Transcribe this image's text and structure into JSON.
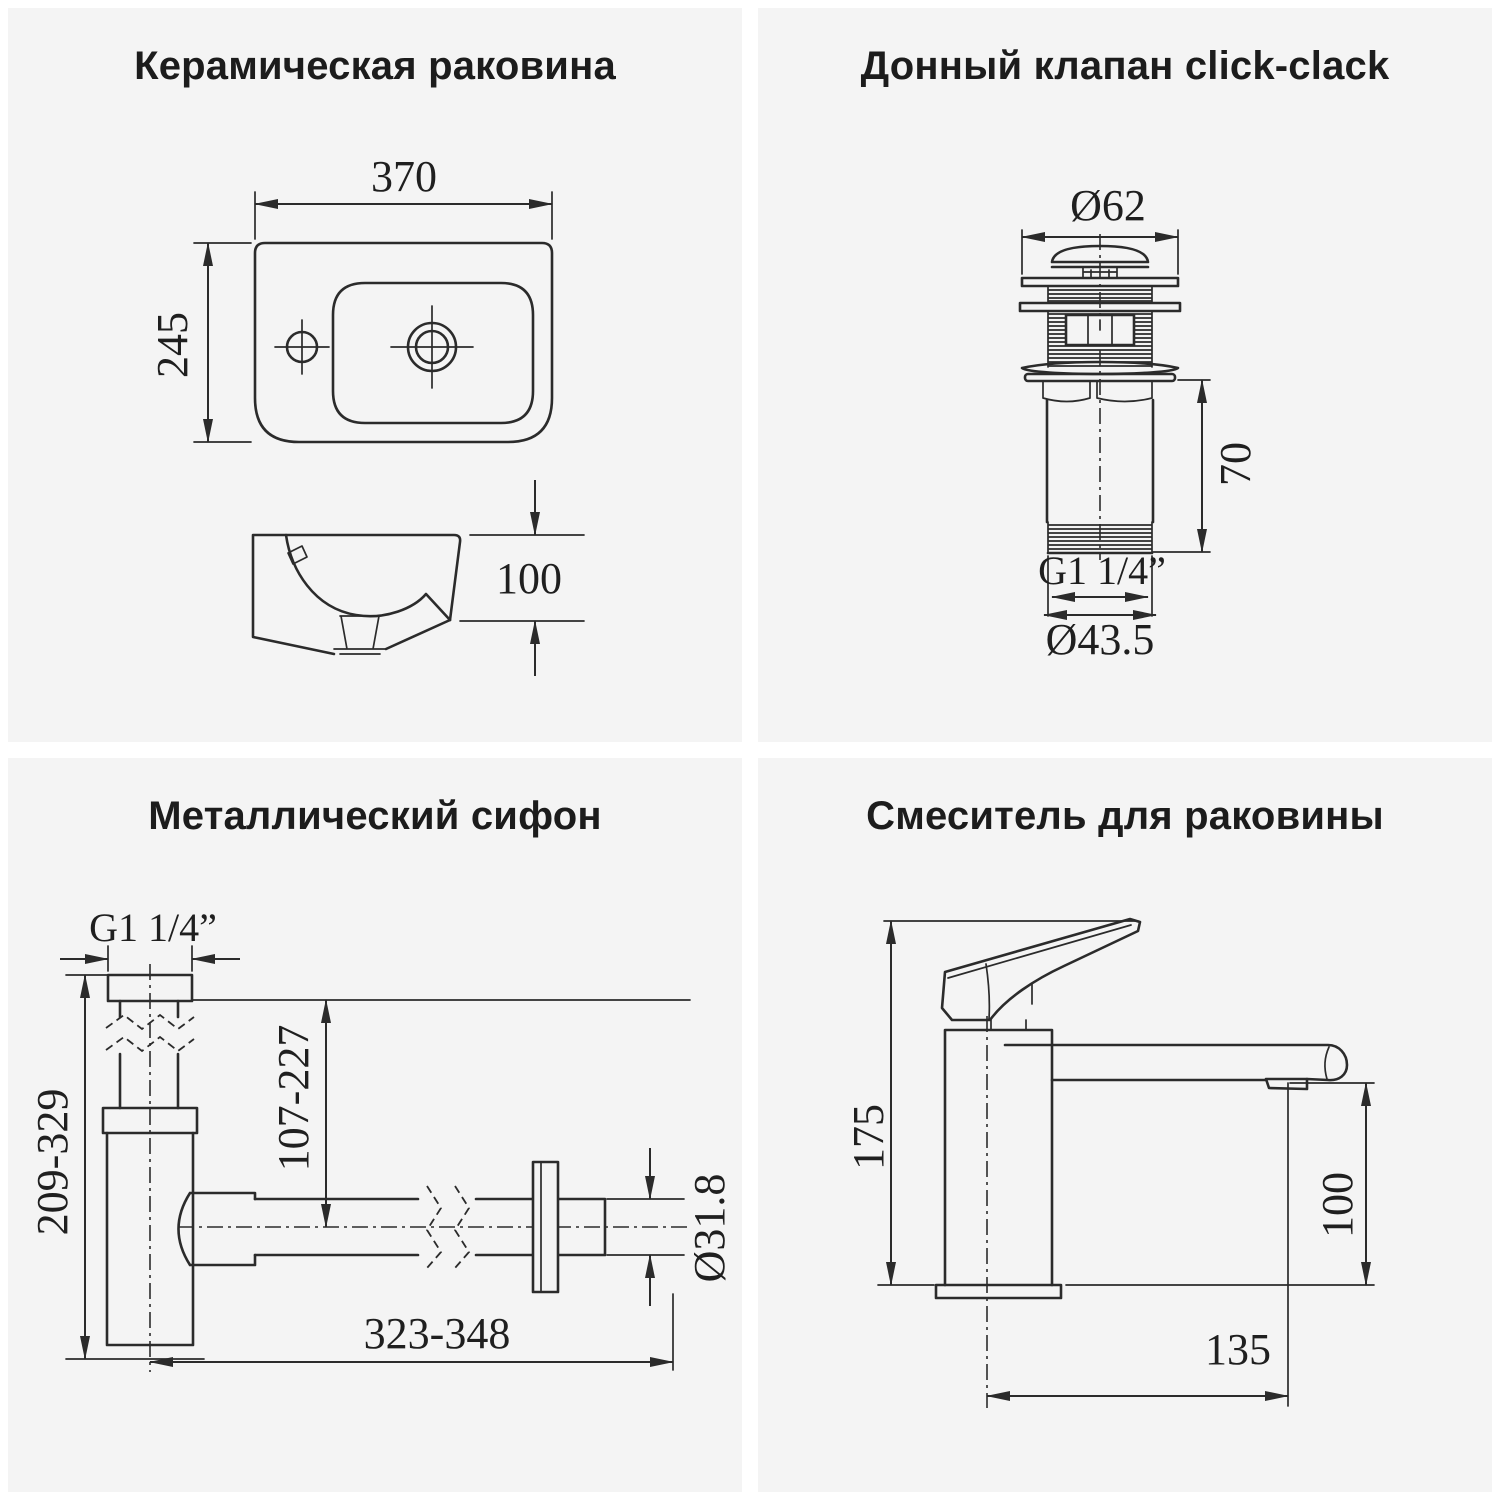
{
  "colors": {
    "page_bg": "#ffffff",
    "panel_bg": "#f4f4f4",
    "ink": "#2b2b2b",
    "title_color": "#1c1c1c"
  },
  "panels": [
    {
      "id": "sink",
      "title": "Керамическая раковина",
      "dims": {
        "width": "370",
        "height": "245",
        "depth": "100"
      }
    },
    {
      "id": "valve",
      "title": "Донный клапан click-clack",
      "dims": {
        "cap_diameter": "Ø62",
        "height": "70",
        "thread": "G1 1/4”",
        "outlet_diameter": "Ø43.5"
      }
    },
    {
      "id": "siphon",
      "title": "Металлический сифон",
      "dims": {
        "thread": "G1 1/4”",
        "inlet_height": "107-227",
        "total_height": "209-329",
        "outlet_length": "323-348",
        "pipe_diameter": "Ø31.8"
      }
    },
    {
      "id": "mixer",
      "title": "Смеситель для раковины",
      "dims": {
        "total_height": "175",
        "spout_height": "100",
        "spout_reach": "135"
      }
    }
  ]
}
